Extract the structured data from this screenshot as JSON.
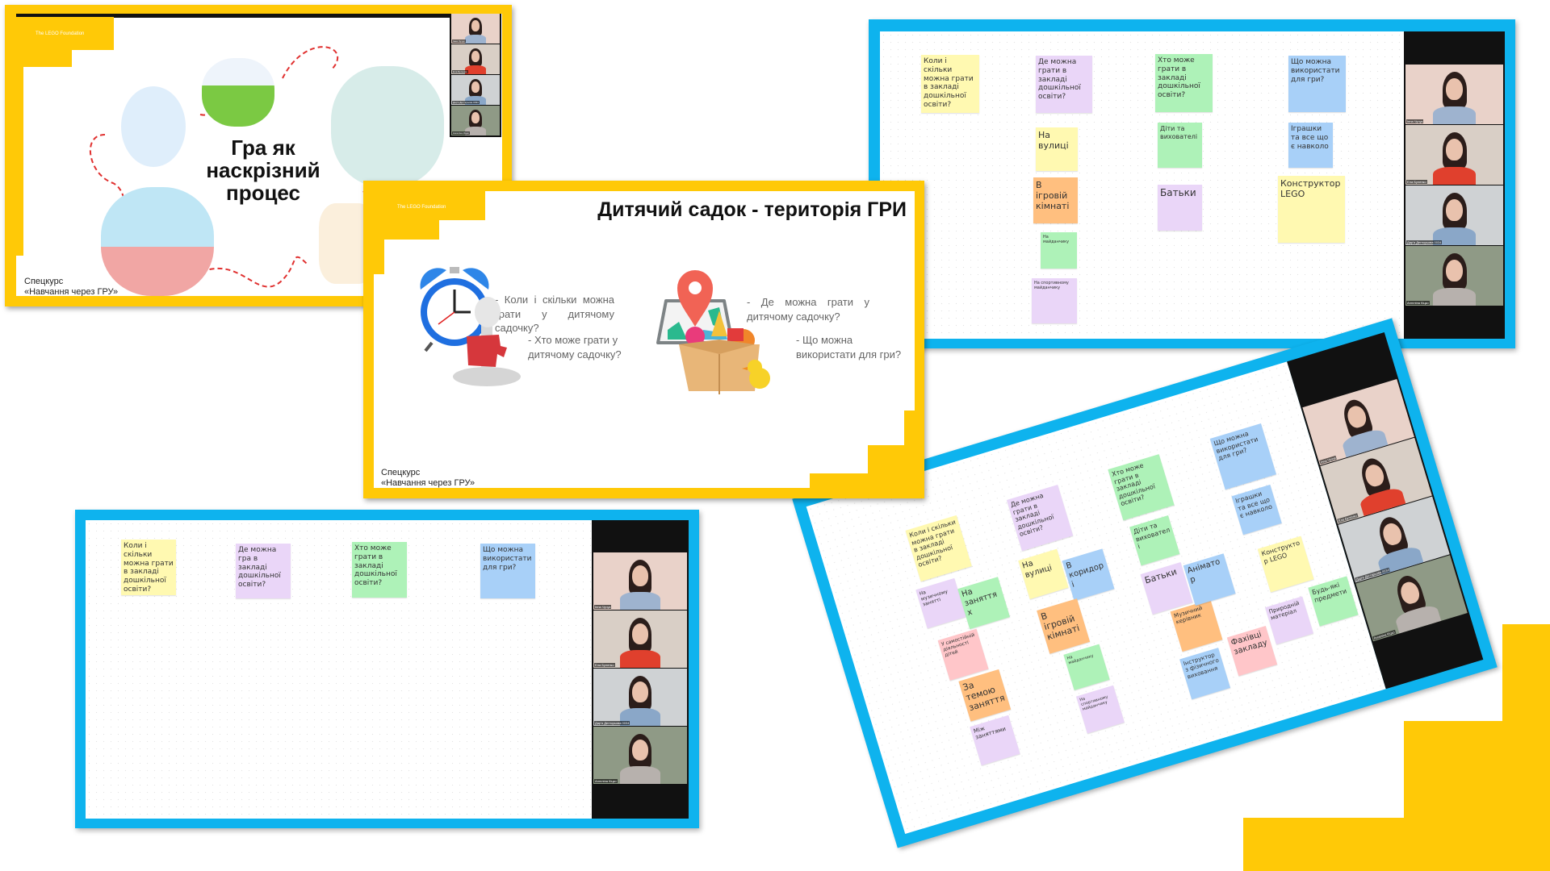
{
  "colors": {
    "frame_yellow": "#ffc907",
    "board_blue": "#0eb3ee",
    "sticky_yellow": "#fff9b1",
    "sticky_purple": "#ead6f8",
    "sticky_green": "#aef2b8",
    "sticky_blue": "#a8d0f8",
    "sticky_orange": "#ffbf7f",
    "sticky_pink": "#ffc6c9"
  },
  "logo_text": "The LEGO Foundation",
  "participants": [
    "Інна Чучук",
    "Ела Буленко",
    "Дар'я Дегтярьова 0034",
    "Ангеліна Кіцко"
  ],
  "slide1": {
    "title_lines": [
      "Гра як",
      "наскрізний",
      "процес"
    ],
    "footer_lines": [
      "Спецкурс",
      "«Навчання через ГРУ»"
    ]
  },
  "slide2": {
    "title": "Дитячий садок - територія ГРИ",
    "questions": [
      {
        "icon": "alarm-clock-icon",
        "text": "- Коли і скільки можна грати у дитячому садочку?"
      },
      {
        "icon": "map-pin-icon",
        "text": "- Де можна грати у дитячому садочку?"
      },
      {
        "icon": "puzzle-person-icon",
        "text": "- Хто може грати у дитячому садочку?"
      },
      {
        "icon": "toy-box-icon",
        "text": "- Що можна використати для гри?"
      }
    ],
    "footer_lines": [
      "Спецкурс",
      "«Навчання через ГРУ»"
    ]
  },
  "board_top_right": {
    "stickies": [
      {
        "text": "Коли і скільки можна грати в закладі дошкільної освіти?",
        "color": "yellow"
      },
      {
        "text": "Де можна грати в закладі дошкільної освіти?",
        "color": "purple"
      },
      {
        "text": "Хто може грати в закладі дошкільної освіти?",
        "color": "green"
      },
      {
        "text": "Що можна використати для гри?",
        "color": "blue"
      },
      {
        "text": "На вулиці",
        "color": "yellow"
      },
      {
        "text": "Діти та вихователі",
        "color": "green"
      },
      {
        "text": "Іграшки та все що є навколо",
        "color": "blue"
      },
      {
        "text": "В ігровій кімнаті",
        "color": "orange"
      },
      {
        "text": "Батьки",
        "color": "purple"
      },
      {
        "text": "Конструктор LEGO",
        "color": "yellow"
      },
      {
        "text": "На майданчику",
        "color": "green"
      },
      {
        "text": "На спортивному майданчику",
        "color": "purple"
      }
    ]
  },
  "board_bottom_left": {
    "stickies": [
      {
        "text": "Коли і скільки можна грати в закладі дошкільної освіти?",
        "color": "yellow"
      },
      {
        "text": "Де можна гра в закладі дошкільної освіти?",
        "color": "purple"
      },
      {
        "text": "Хто може грати в закладі дошкільної освіти?",
        "color": "green"
      },
      {
        "text": "Що можна використати для гри?",
        "color": "blue"
      }
    ]
  },
  "board_rotated": {
    "stickies": [
      {
        "text": "Коли і скільки можна грати в закладі дошкільної освіти?",
        "color": "yellow"
      },
      {
        "text": "На музичному занятті",
        "color": "purple"
      },
      {
        "text": "На заняттях",
        "color": "green"
      },
      {
        "text": "У самостійній діяльності дітей",
        "color": "pink"
      },
      {
        "text": "За темою заняття",
        "color": "orange"
      },
      {
        "text": "Між заняттями",
        "color": "purple"
      },
      {
        "text": "Де можна грати в закладі дошкільної освіти?",
        "color": "purple"
      },
      {
        "text": "На вулиці",
        "color": "yellow"
      },
      {
        "text": "В коридорі",
        "color": "blue"
      },
      {
        "text": "В ігровій кімнаті",
        "color": "orange"
      },
      {
        "text": "На майданчику",
        "color": "green"
      },
      {
        "text": "На спортивному майданчику",
        "color": "purple"
      },
      {
        "text": "Хто може грати в закладі дошкільної освіти?",
        "color": "green"
      },
      {
        "text": "Діти та вихователі",
        "color": "green"
      },
      {
        "text": "Батьки",
        "color": "purple"
      },
      {
        "text": "Музичний керівник",
        "color": "orange"
      },
      {
        "text": "Аніматор",
        "color": "blue"
      },
      {
        "text": "Інструктор з фізичного виховання",
        "color": "blue"
      },
      {
        "text": "Фахівці закладу",
        "color": "pink"
      },
      {
        "text": "Що можна використати для гри?",
        "color": "blue"
      },
      {
        "text": "Іграшки та все що є навколо",
        "color": "blue"
      },
      {
        "text": "Конструктор LEGO",
        "color": "yellow"
      },
      {
        "text": "Природній матеріал",
        "color": "purple"
      },
      {
        "text": "Будь-які предмети",
        "color": "green"
      }
    ]
  }
}
